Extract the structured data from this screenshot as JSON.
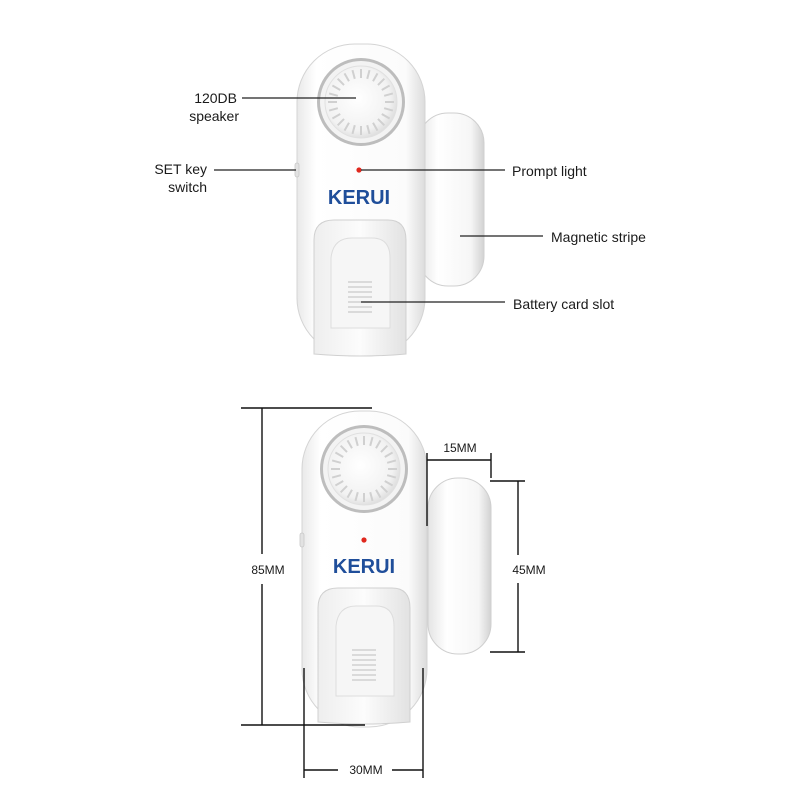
{
  "brand": {
    "name": "KERUI",
    "color": "#1f4e9a"
  },
  "top_view": {
    "labels": {
      "speaker_line1": "120DB",
      "speaker_line2": "speaker",
      "set_key_line1": "SET key",
      "set_key_line2": "switch",
      "prompt_light": "Prompt light",
      "magnetic_stripe": "Magnetic stripe",
      "battery_slot": "Battery card slot"
    }
  },
  "bottom_view": {
    "dimensions": {
      "height": "85MM",
      "width": "30MM",
      "magnet_width": "15MM",
      "magnet_height": "45MM"
    }
  },
  "colors": {
    "body": "#f7f7f7",
    "edge": "#d6d6d6",
    "led": "#e0281e"
  }
}
